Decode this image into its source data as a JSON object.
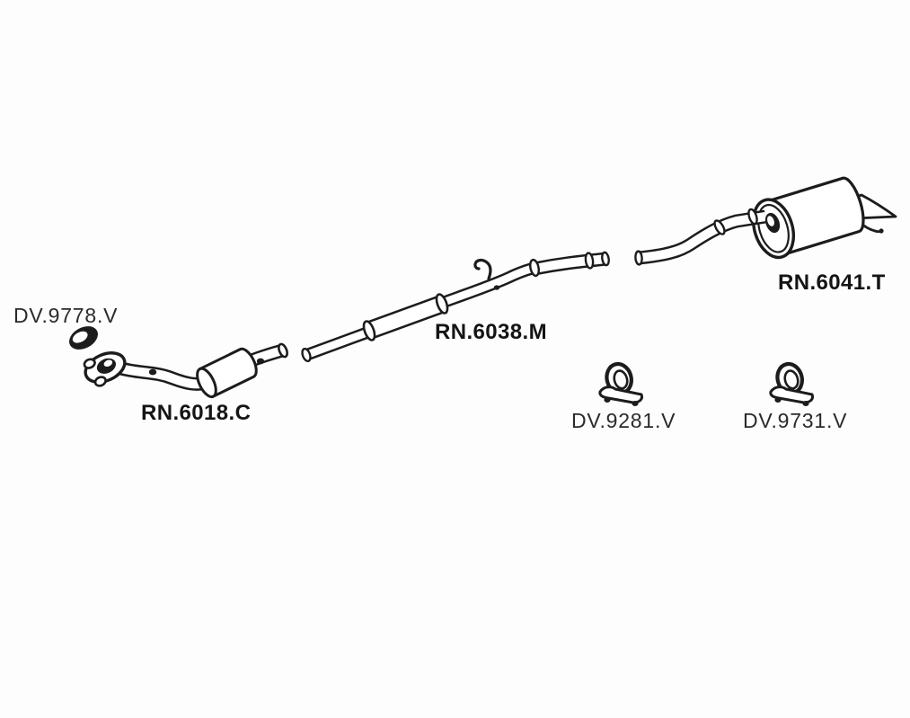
{
  "page": {
    "background_color": "#fdfdfd",
    "line_color": "#1c1c1c",
    "label_color": "#2b2b2b",
    "bold_label_color": "#141414"
  },
  "diagram": {
    "kind": "exhaust-system-parts-diagram",
    "parts": [
      {
        "code": "DV.9778.V",
        "icon": "gasket-ring-icon"
      },
      {
        "code": "RN.6018.C",
        "icon": "front-pipe-catalytic-converter-icon"
      },
      {
        "code": "RN.6038.M",
        "icon": "centre-exhaust-pipe-icon"
      },
      {
        "code": "RN.6041.T",
        "icon": "rear-silencer-icon"
      },
      {
        "code": "DV.9281.V",
        "icon": "rubber-hanger-icon"
      },
      {
        "code": "DV.9731.V",
        "icon": "rubber-hanger-icon"
      }
    ]
  }
}
